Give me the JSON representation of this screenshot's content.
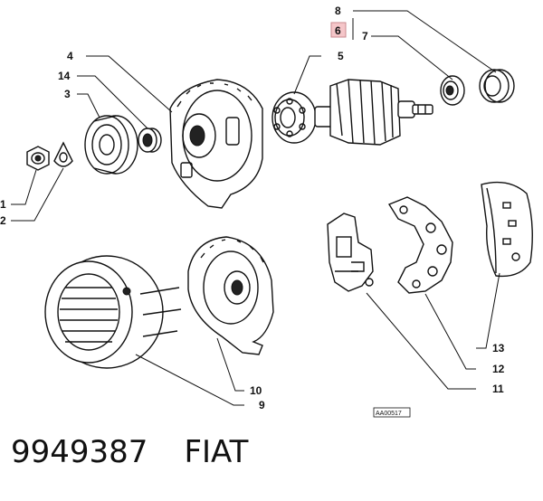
{
  "callouts": [
    {
      "id": "8",
      "label": "8"
    },
    {
      "id": "6",
      "label": "6",
      "highlighted": true,
      "highlight_color": "#f5c6c9"
    },
    {
      "id": "7",
      "label": "7"
    },
    {
      "id": "4",
      "label": "4"
    },
    {
      "id": "5",
      "label": "5"
    },
    {
      "id": "14",
      "label": "14"
    },
    {
      "id": "3",
      "label": "3"
    },
    {
      "id": "1",
      "label": "1"
    },
    {
      "id": "2",
      "label": "2"
    },
    {
      "id": "13",
      "label": "13"
    },
    {
      "id": "12",
      "label": "12"
    },
    {
      "id": "11",
      "label": "11"
    },
    {
      "id": "10",
      "label": "10"
    },
    {
      "id": "9",
      "label": "9"
    }
  ],
  "drawing_code": "AA00517",
  "caption": {
    "part_number": "9949387",
    "brand": "FIAT"
  }
}
